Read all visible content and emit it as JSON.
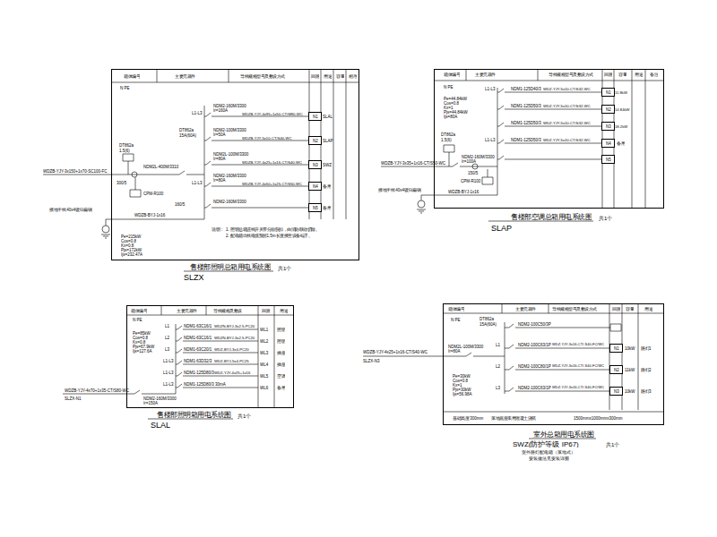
{
  "diagram": {
    "nodes": [
      {
        "text": [
          "售楼部照明总箱用电系统图",
          "SLZX",
          "共1个"
        ]
      },
      {
        "text": [
          "N1"
        ],
        "in": 0
      },
      {
        "text": [
          "N2"
        ],
        "in": 0
      },
      {
        "text": [
          "N3"
        ],
        "in": 0
      },
      {
        "text": [
          "N4"
        ],
        "in": 0
      },
      {
        "text": [
          "N5"
        ],
        "in": 0
      },
      {
        "text": [
          "售楼部空调总箱用电系统图",
          "SLAP",
          "共1个"
        ]
      },
      {
        "text": [
          "N1"
        ],
        "in": 6
      },
      {
        "text": [
          "N2"
        ],
        "in": 6
      },
      {
        "text": [
          "N3"
        ],
        "in": 6
      },
      {
        "text": [
          "N4"
        ],
        "in": 6
      },
      {
        "text": [
          "N5"
        ],
        "in": 6
      },
      {
        "text": [
          "售楼部照明箱用电系统图",
          "SLAL",
          "共1个"
        ]
      },
      {
        "text": [
          "室外总箱用电系统图",
          "SWZ(防护等级 IP67)",
          "共1个",
          "室外路灯配电箱（落地式）",
          "安装做法见安装详图"
        ]
      },
      {
        "text": [
          "N1"
        ],
        "in": 13
      },
      {
        "text": [
          "N2"
        ],
        "in": 13
      },
      {
        "text": [
          "N3"
        ],
        "in": 13
      }
    ],
    "labels": [
      "箱体编号",
      "主要元器件",
      "导线规格型号及敷设方式",
      "回路",
      "用途",
      "容量",
      "相序",
      "N PE",
      "WDZB-YJY-3x150+1x70-SC100-FC",
      "NDM2L-400M/3310",
      "DT862a",
      "1.5(6)",
      "300/5",
      "CPM-R100",
      "160/5",
      "WDZB-BYJ-1x16",
      "接地干线 40x4镀锌扁钢",
      "L1-L3",
      "NDM2-160M/3300",
      "Ir=160A",
      "WDZB-YJY-4x95+1x50-CT/SR0-WC",
      "SLAL",
      "DT862a",
      "15A(60A)",
      "NDM2-100M/3300",
      "Ir=50A",
      "WDZB-YJY-5x10-CT/S40-WC",
      "SLAP",
      "NDM2L-100M/3300",
      "Ir=80A",
      "WDZB-YJY-4x25+1x16-CT/S40-WC",
      "SWZ",
      "L1-L3",
      "NDM2-160M/3300",
      "Ir=80A",
      "WDZB-YJY-4x50+1x25-CT/S50-WC",
      "备用",
      "NDM2-160M/3300",
      "备用",
      "说明：",
      "1. 照明总箱进线开关带分励脱扣，由消防联动切除。",
      "2. 配电箱出线电缆预留1.5m长度接至设备端子。",
      "Pe=215kW",
      "Cos=0.8",
      "Kx=0.8",
      "Pjs=172kW",
      "Ijs=232.47A",
      "箱体编号",
      "主要元器件",
      "导线规格型号及敷设方式",
      "回路",
      "容量",
      "用途",
      "备注",
      "N PE",
      "Pe=44.84kW",
      "Cos=0.8",
      "Kx=1",
      "Pjs=44.84kW",
      "Ijs=80A",
      "L1-L3",
      "NDM1-125D40/3",
      "WDZ-YJY-5x10-CT/S32-WC",
      "11.8kW",
      "NDM1-125D50/3",
      "WDZ-YJY-5x10-CT/S32-WC",
      "14.84kW",
      "NDM1-125D50/3",
      "WDZ-YJY-5x10-CT/S32-WC",
      "18.2kW",
      "L1-L3",
      "NDM1-125D50/3",
      "WDZ-YJY-5x10-CT/S32-WC",
      "备用",
      "DT862a",
      "1.5(6)",
      "WDZB-YJY-3x35+1x16-CT/S50-WC",
      "NDM2-160M/3300",
      "Ir=100A",
      "150/5",
      "CPM-R100",
      "WDZB-BYJ-1x16",
      "接地干线 40x4镀锌扁钢",
      "箱体编号",
      "主要元器件",
      "导线规格及敷设",
      "回路",
      "用途",
      "N PE",
      "Pe=85kW",
      "Cos=0.8",
      "Kx=0.8",
      "Pjs=67.9kW",
      "Ijs=127.6A",
      "L1",
      "NDM1-63C16/1",
      "WDZN-BYJ-3x2.5-PC20",
      "WL1",
      "照明",
      "L2",
      "NDM1-63C16/1",
      "WDZN-BYJ-3x2.5-PC20",
      "WL2",
      "照明",
      "L3",
      "NDM1-63C20/1",
      "WDZ-BYJ-3x4-PC20",
      "WL3",
      "插座",
      "L1-L3",
      "NDM1-63D32/3",
      "WDZ-BYJ-5x4-PC25",
      "WL4",
      "插座",
      "L1-L3",
      "NDM1-125D80/3",
      "WDZ-YJY-4x25+1x16",
      "WL5",
      "空调",
      "L1-L3",
      "NDM1-125D80/3",
      "30mA",
      "WL6",
      "备用",
      "WDZB-YJY-4x70+1x35-CT/S80-WC",
      "SLZX-N1",
      "NDM2-160M/3300",
      "Ir=150A",
      "箱体编号",
      "主要元器件",
      "导线规格型号及敷设方式",
      "回路",
      "容量",
      "用途",
      "N PE",
      "DT862a",
      "15A(60A)",
      "NDM2-100C50/3P",
      "L1",
      "NDM2-100C63/1P",
      "WDZ-YJY-3x16-CT/-S40-FC/WC",
      "10kW",
      "路灯1",
      "L2",
      "NDM2-100C80/1P",
      "WDZ-YJY-3x16-CT/-S40-FC/WC",
      "11kW",
      "路灯2",
      "L3",
      "NDM2-100C63/1P",
      "WDZ-YJY-3x16-CT/-S40-FC/WC",
      "10kW",
      "路灯3",
      "WDZB-YJY-4x25+1x16-CT/S40-WC",
      "SLZX-N3",
      "NDM2L-100M/3300",
      "Ir=80A",
      "Pe=30kW",
      "Cos=0.8",
      "Kx=1",
      "Pjs=30kW",
      "Ijs=56.98A",
      "基础高度 300mm",
      "落地底座采用混凝土浇筑",
      "1500mmx1000mmx300mm"
    ]
  }
}
